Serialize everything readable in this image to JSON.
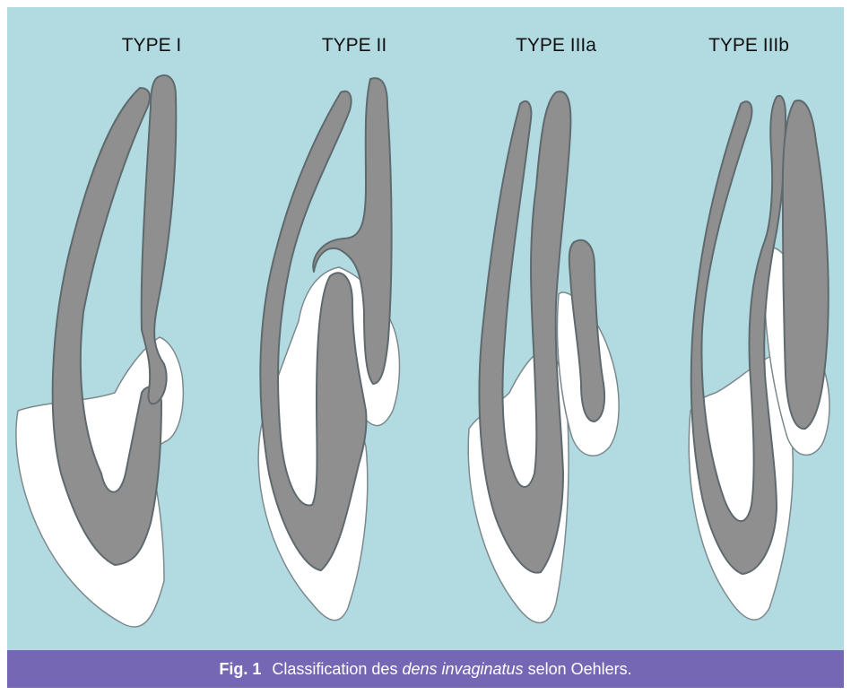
{
  "diagram": {
    "background_color": "#b1dbe1",
    "dentin_color": "#8f8f8f",
    "enamel_color": "#ffffff",
    "types": [
      {
        "label": "TYPE I"
      },
      {
        "label": "TYPE II"
      },
      {
        "label": "TYPE IIIa"
      },
      {
        "label": "TYPE IIIb"
      }
    ]
  },
  "caption": {
    "background_color": "#7667b4",
    "fig_label": "Fig. 1",
    "text_before": "Classification des",
    "text_italic": "dens invaginatus",
    "text_after": "selon Oehlers."
  }
}
